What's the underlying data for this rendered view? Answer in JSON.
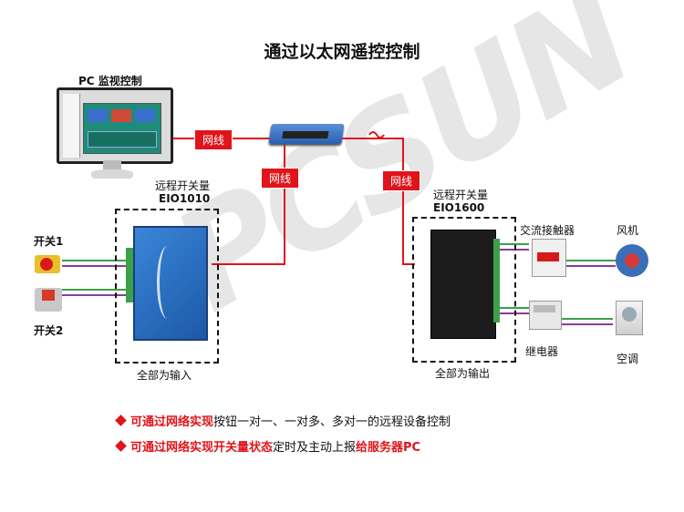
{
  "title": "通过以太网遥控控制",
  "watermark": "IPCSUN",
  "pc": {
    "label": "PC 监视控制"
  },
  "network": {
    "cable_label_1": "网线",
    "cable_label_2": "网线",
    "cable_label_3": "网线"
  },
  "eio1010": {
    "name_line1": "远程开关量",
    "name_line2": "EIO1010",
    "caption": "全部为输入"
  },
  "eio1600": {
    "name_line1": "远程开关量",
    "name_line2": "EIO1600",
    "caption": "全部为输出"
  },
  "switches": {
    "switch1": "开关1",
    "switch2": "开关2"
  },
  "devices": {
    "contactor": "交流接触器",
    "relay": "继电器",
    "fan": "风机",
    "ac": "空调"
  },
  "bullets": [
    {
      "red": "可通过网络实现",
      "black": "按钮一对一、一对多、多对一的远程设备控制",
      "red2": ""
    },
    {
      "red": "可通过网络实现开关量状态",
      "black": "定时及主动上报",
      "red2": "给服务器PC"
    }
  ],
  "colors": {
    "accent": "#e0141a",
    "wire_green": "#3aa04a",
    "wire_purple": "#8a3a9a",
    "device_blue": "#2a6fb8"
  }
}
